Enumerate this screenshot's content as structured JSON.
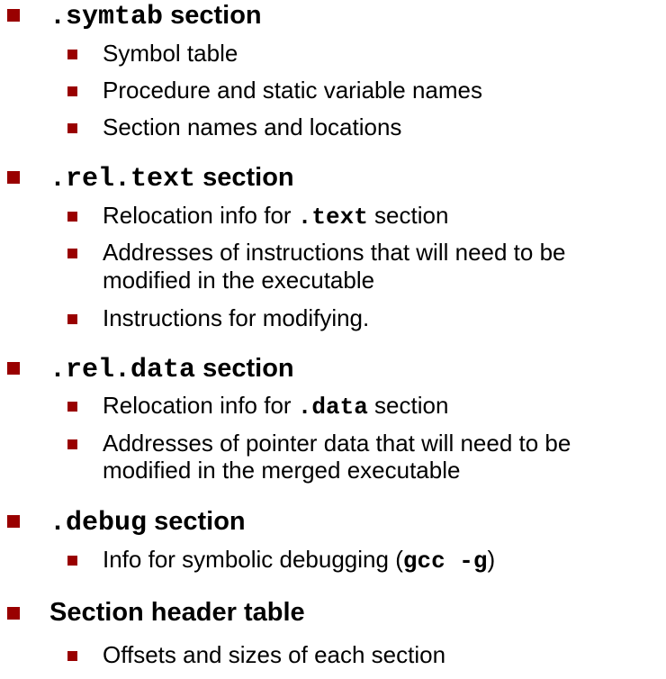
{
  "accent_color": "#990000",
  "sections": [
    {
      "code": ".symtab",
      "label": " section",
      "items": [
        "Symbol table",
        "Procedure and static variable names",
        "Section names and locations"
      ]
    },
    {
      "code": ".rel.text",
      "label": " section",
      "items": [
        {
          "pre": "Relocation info for ",
          "code": ".text",
          "post": " section"
        },
        "Addresses of instructions that will need to be",
        "modified in the executable",
        "Instructions for modifying."
      ]
    },
    {
      "code": ".rel.data",
      "label": " section",
      "items": [
        {
          "pre": "Relocation info for ",
          "code": ".data",
          "post": " section"
        },
        "Addresses of pointer data that will need to be",
        "modified in the merged executable"
      ]
    },
    {
      "code": ".debug",
      "label": " section",
      "items": [
        {
          "pre": "Info for symbolic debugging (",
          "code": "gcc -g",
          "post": ")"
        }
      ]
    },
    {
      "code": "",
      "label": "Section header table",
      "items": [
        "Offsets and sizes of each section"
      ]
    }
  ]
}
